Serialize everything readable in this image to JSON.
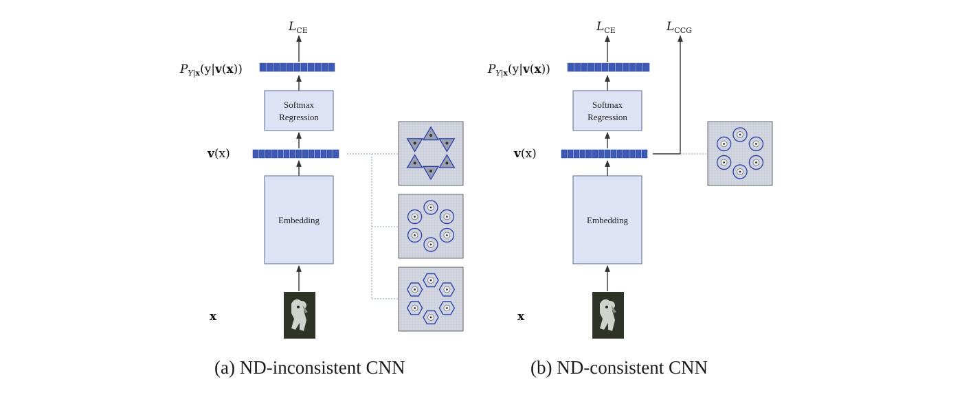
{
  "panel_a": {
    "loss_ce": "CE",
    "prob_label": {
      "P": "P",
      "sub": "Y|",
      "subx": "x",
      "args_open": "(y|",
      "v": "v",
      "open": "(",
      "x": "x",
      "close": "))"
    },
    "softmax_line1": "Softmax",
    "softmax_line2": "Regression",
    "embedding": "Embedding",
    "v_label": {
      "v": "v",
      "paren": "(x)"
    },
    "x_label": "x",
    "caption": "(a)  ND-inconsistent CNN"
  },
  "panel_b": {
    "loss_ce": "CE",
    "loss_ccg": "CCG",
    "prob_label": {
      "P": "P",
      "sub": "Y|",
      "subx": "x",
      "args_open": "(y|",
      "v": "v",
      "open": "(",
      "x": "x",
      "close": "))"
    },
    "softmax_line1": "Softmax",
    "softmax_line2": "Regression",
    "embedding": "Embedding",
    "v_label": {
      "v": "v",
      "paren": "(x)"
    },
    "x_label": "x",
    "caption": "(b)  ND-consistent CNN"
  },
  "loss_letter": "L",
  "colors": {
    "box_fill": "#dde3f4",
    "box_stroke": "#5a6a96",
    "cell_fill": "#3d5bb6",
    "shape_stroke": "#3344aa",
    "grid_bg": "#d4d8e2",
    "line": "#333333",
    "dotted": "#8a9ac8"
  },
  "icons": {
    "input_image": "dog-photo-icon",
    "triangle_cluster": "triangle-embedding-icon",
    "circle_cluster": "circle-embedding-icon",
    "hexagon_cluster": "hexagon-embedding-icon"
  }
}
